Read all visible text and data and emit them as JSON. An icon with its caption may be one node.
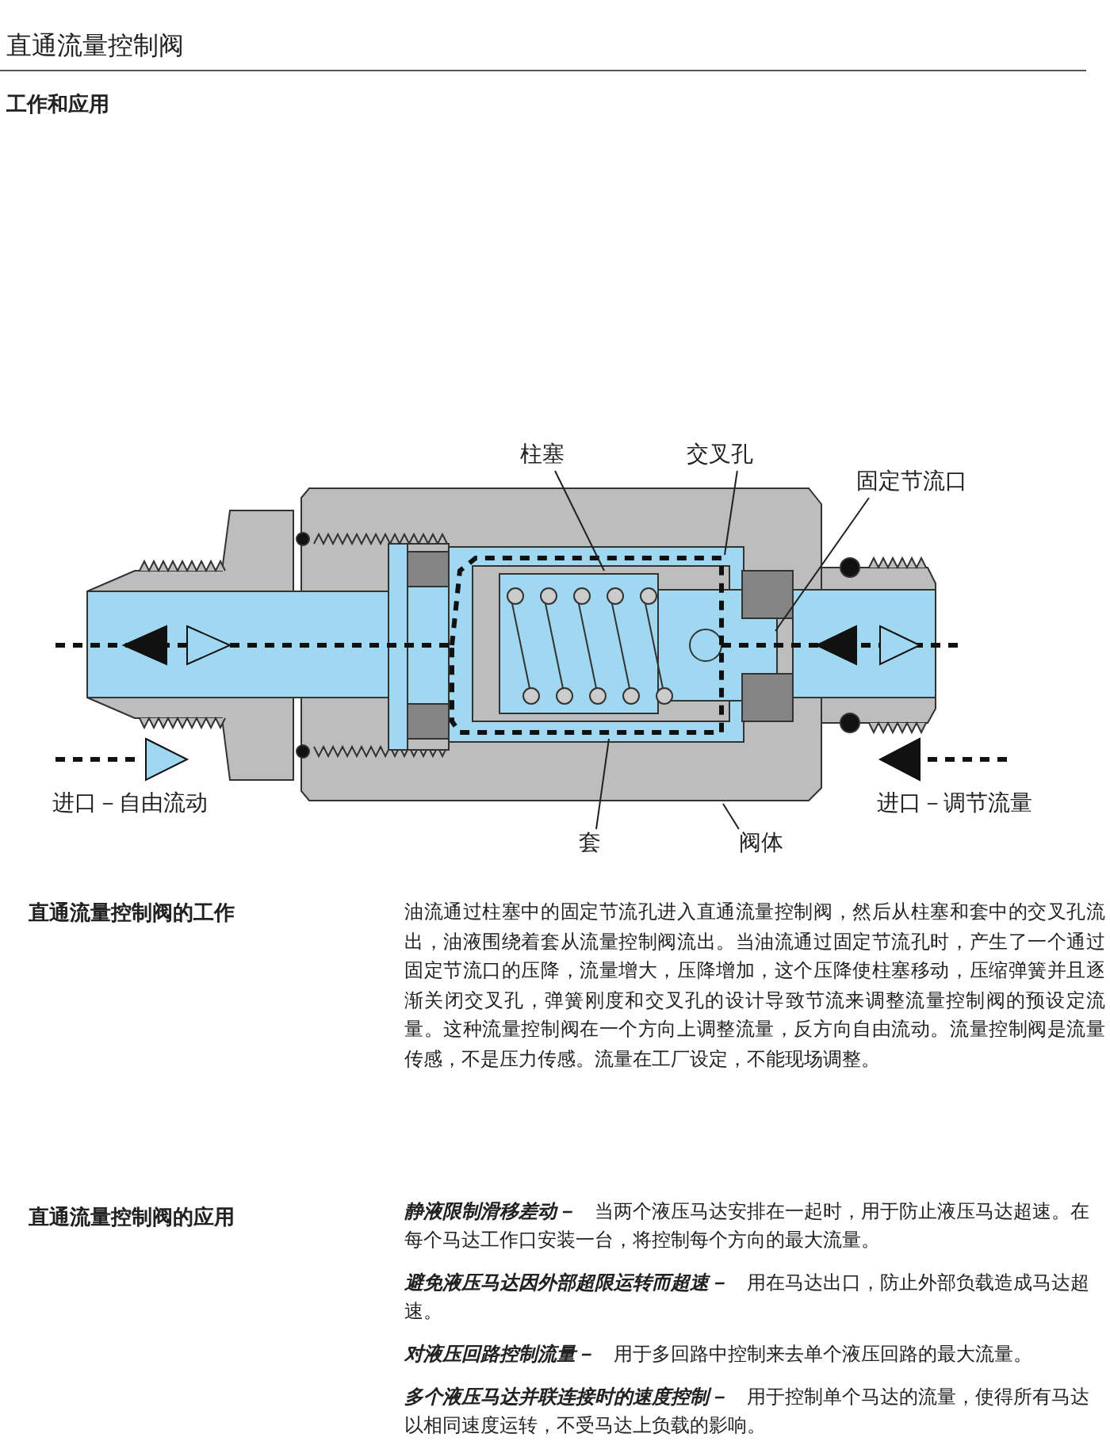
{
  "diagram": {
    "title": "直通流量控制阀",
    "nodes": [
      {
        "text": [
          "柱塞"
        ]
      },
      {
        "text": [
          "交叉孔"
        ]
      },
      {
        "text": [
          "固定节流口"
        ]
      },
      {
        "text": [
          "套"
        ]
      },
      {
        "text": [
          "阀体"
        ]
      }
    ],
    "edges": [
      {
        "from": 0,
        "to": null,
        "arrow": "none"
      },
      {
        "from": 1,
        "to": null,
        "arrow": "none"
      },
      {
        "from": 2,
        "to": null,
        "arrow": "none"
      },
      {
        "from": 3,
        "to": null,
        "arrow": "none"
      },
      {
        "from": 4,
        "to": null,
        "arrow": "none"
      }
    ],
    "labels": [
      "工作和应用",
      "进口－自由流动",
      "进口－调节流量",
      "直通流量控制阀的工作",
      "油流通过柱塞中的固定节流孔进入直通流量控制阀，然后从柱塞和套中的交叉孔流出，油液围绕着套从流量控制阀流出。当油流通过固定节流孔时，产生了一个通过固定节流口的压降，流量增大，压降增加，这个压降使柱塞移动，压缩弹簧并且逐渐关闭交叉孔，弹簧刚度和交叉孔的设计导致节流来调整流量控制阀的预设定流量。这种流量控制阀在一个方向上调整流量，反方向自由流动。流量控制阀是流量传感，不是压力传感。流量在工厂设定，不能现场调整。",
      "直通流量控制阀的应用",
      "*静液限制滑移差动－*　当两个液压马达安排在一起时，用于防止液压马达超速。在每个马达工作口安装一台，将控制每个方向的最大流量。",
      "*避免液压马达因外部超限运转而超速－*　用在马达出口，防止外部负载造成马达超速。",
      "*对液压回路控制流量－*　用于多回路中控制来去单个液压回路的最大流量。",
      "*多个液压马达并联连接时的速度控制－*　用于控制单个马达的流量，使得所有马达以相同速度运转，不受马达上负载的影响。"
    ]
  }
}
